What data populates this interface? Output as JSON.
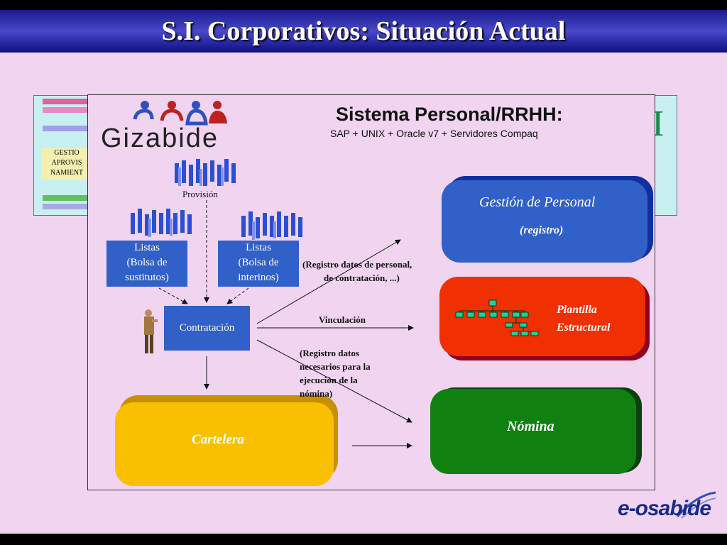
{
  "slide": {
    "title": "S.I. Corporativos: Situación Actual",
    "footer_logo": "e-osabide"
  },
  "back_slide": {
    "box_lines": [
      "GESTIO",
      "APROVIS",
      "NAMIENT"
    ],
    "big_letter": "I"
  },
  "diagram": {
    "logo": "Gizabide",
    "title": "Sistema Personal/RRHH:",
    "subtitle": "SAP + UNIX + Oracle v7 + Servidores Compaq",
    "provision_label": "Provisión",
    "lists": [
      {
        "lines": [
          "Listas",
          "(Bolsa de",
          "sustitutos)"
        ]
      },
      {
        "lines": [
          "Listas",
          "(Bolsa de",
          "interinos)"
        ]
      }
    ],
    "contratacion": "Contratación",
    "cartelera": "Cartelera",
    "gestion": {
      "title": "Gestión de Personal",
      "sub": "(registro)"
    },
    "plantilla": {
      "line1": "Plantilla",
      "line2": "Estructural"
    },
    "nomina": "Nómina",
    "annotations": {
      "registro_personal": [
        "(Registro datos de personal,",
        "de contratación, ...)"
      ],
      "vinculacion": "Vinculación",
      "registro_nomina": [
        "(Registro datos",
        "necesarios para la",
        "ejecución de la",
        "nómina)"
      ]
    },
    "colors": {
      "blue": "#3060c8",
      "red": "#f03000",
      "green": "#108010",
      "yellow": "#f8c000"
    }
  }
}
